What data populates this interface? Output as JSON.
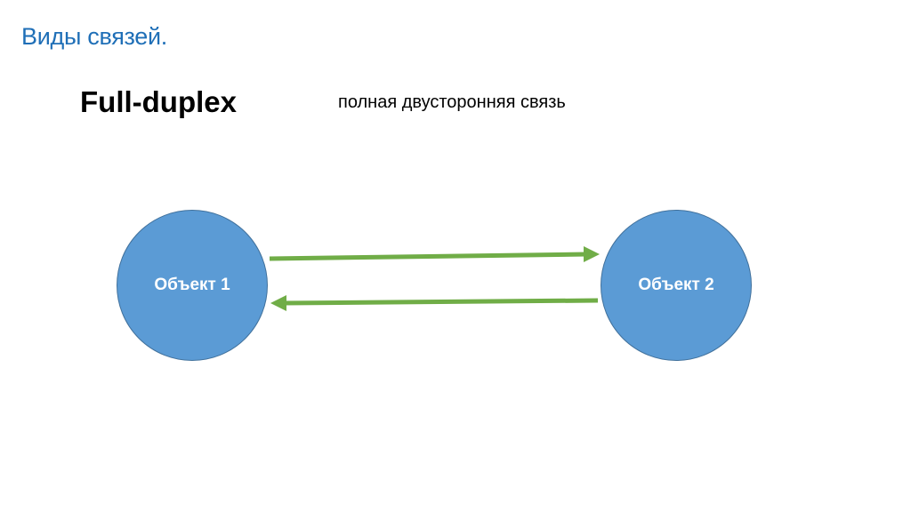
{
  "slide": {
    "title": "Виды связей.",
    "heading": "Full-duplex",
    "subheading": "полная двусторонняя связь"
  },
  "diagram": {
    "nodes": [
      {
        "label": "Объект 1"
      },
      {
        "label": "Объект 2"
      }
    ],
    "edges": [
      {
        "from": "Объект 1",
        "to": "Объект 2"
      },
      {
        "from": "Объект 2",
        "to": "Объект 1"
      }
    ],
    "colors": {
      "title": "#1f6fb7",
      "node_fill": "#5b9bd5",
      "node_stroke": "#41719c",
      "arrow": "#70ad47"
    }
  }
}
